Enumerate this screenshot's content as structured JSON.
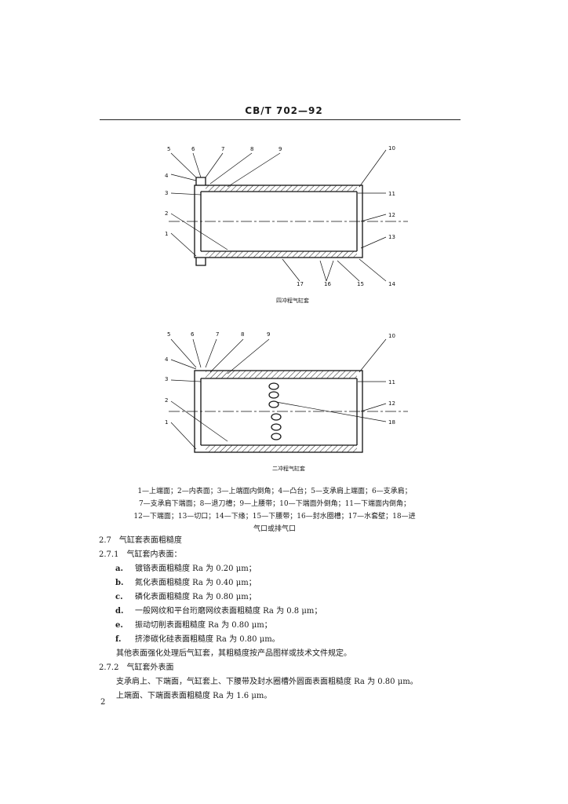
{
  "header": {
    "code": "CB/T 702—92"
  },
  "figure1": {
    "caption": "四冲程气缸套",
    "numbers": [
      "5",
      "6",
      "7",
      "8",
      "9",
      "10",
      "4",
      "3",
      "11",
      "2",
      "12",
      "1",
      "13",
      "17",
      "16",
      "15",
      "14"
    ]
  },
  "figure2": {
    "caption": "二冲程气缸套",
    "numbers": [
      "5",
      "6",
      "7",
      "8",
      "9",
      "10",
      "4",
      "3",
      "11",
      "2",
      "12",
      "18",
      "1"
    ]
  },
  "legend": [
    "1—上端面；2—内表面；3—上端面内倒角；4—凸台；5—支承肩上端面；6—支承肩；",
    "7—支承肩下端面；8—退刀槽；9—上腰带；10—下端面外倒角；11—下端面内倒角；",
    "12—下端面；13—切口；14—下缘；15—下腰带；16—封水圈槽；17—水套壁；18—进",
    "气口或排气口"
  ],
  "section": {
    "heading": "2.7　气缸套表面粗糙度",
    "sub1": "2.7.1　气缸套内表面：",
    "items": [
      {
        "label": "a.",
        "text": "镀铬表面粗糙度 Ra 为 0.20 μm；"
      },
      {
        "label": "b.",
        "text": "氮化表面粗糙度 Ra 为 0.40 μm；"
      },
      {
        "label": "c.",
        "text": "磷化表面粗糙度 Ra 为 0.80 μm；"
      },
      {
        "label": "d.",
        "text": "一般网纹和平台珩磨网纹表面粗糙度 Ra 为 0.8 μm；"
      },
      {
        "label": "e.",
        "text": "振动切削表面粗糙度 Ra 为 0.80 μm；"
      },
      {
        "label": "f.",
        "text": "挤渗碳化硅表面粗糙度 Ra 为 0.80 μm。"
      }
    ],
    "note": "其他表面强化处理后气缸套，其粗糙度按产品图样或技术文件规定。",
    "sub2": "2.7.2　气缸套外表面",
    "para1": "支承肩上、下端面，气缸套上、下腰带及封水圈槽外圆面表面粗糙度 Ra 为 0.80 μm。",
    "para2": "上端面、下端面表面粗糙度 Ra 为 1.6 μm。"
  },
  "page_number": "2"
}
